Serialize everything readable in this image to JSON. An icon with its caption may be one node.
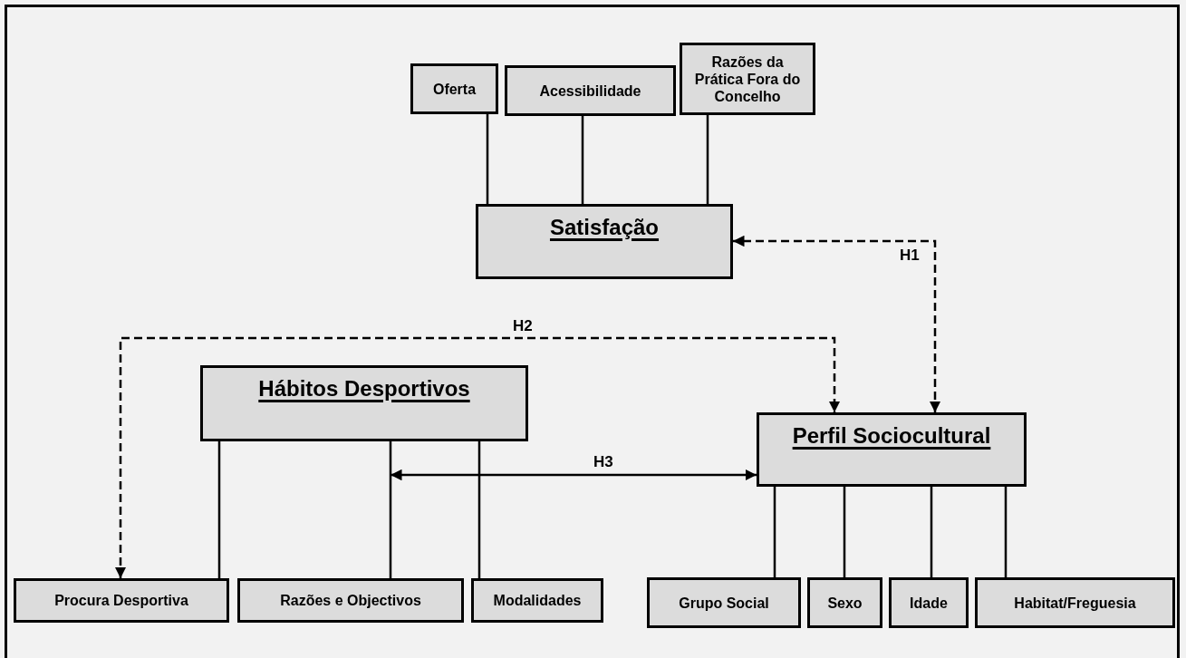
{
  "diagram": {
    "nodes": [
      {
        "text": [
          "Oferta"
        ]
      },
      {
        "text": [
          "Acessibilidade"
        ]
      },
      {
        "text": [
          "Razões da Prática Fora do Concelho"
        ]
      },
      {
        "text": [
          "Satisfação"
        ]
      },
      {
        "text": [
          "Hábitos Desportivos"
        ]
      },
      {
        "text": [
          "Perfil Sociocultural"
        ]
      },
      {
        "text": [
          "Procura Desportiva"
        ]
      },
      {
        "text": [
          "Razões e Objectivos"
        ]
      },
      {
        "text": [
          "Modalidades"
        ]
      },
      {
        "text": [
          "Grupo Social"
        ]
      },
      {
        "text": [
          "Sexo"
        ]
      },
      {
        "text": [
          "Idade"
        ]
      },
      {
        "text": [
          "Habitat/Freguesia"
        ]
      }
    ],
    "edges": [
      {
        "from": 0,
        "to": 3,
        "arrow": "none"
      },
      {
        "from": 1,
        "to": 3,
        "arrow": "none"
      },
      {
        "from": 2,
        "to": 3,
        "arrow": "none"
      },
      {
        "from": 5,
        "to": 3,
        "arrow": "both",
        "label": "H1",
        "style": "dashed"
      },
      {
        "from": 6,
        "to": 5,
        "arrow": "both",
        "label": "H2",
        "style": "dashed"
      },
      {
        "from": 4,
        "to": 5,
        "arrow": "both",
        "label": "H3"
      },
      {
        "from": 4,
        "to": 6,
        "arrow": "none"
      },
      {
        "from": 4,
        "to": 7,
        "arrow": "none"
      },
      {
        "from": 4,
        "to": 8,
        "arrow": "none"
      },
      {
        "from": 5,
        "to": 9,
        "arrow": "none"
      },
      {
        "from": 5,
        "to": 10,
        "arrow": "none"
      },
      {
        "from": 5,
        "to": 11,
        "arrow": "none"
      },
      {
        "from": 5,
        "to": 12,
        "arrow": "none"
      }
    ]
  }
}
